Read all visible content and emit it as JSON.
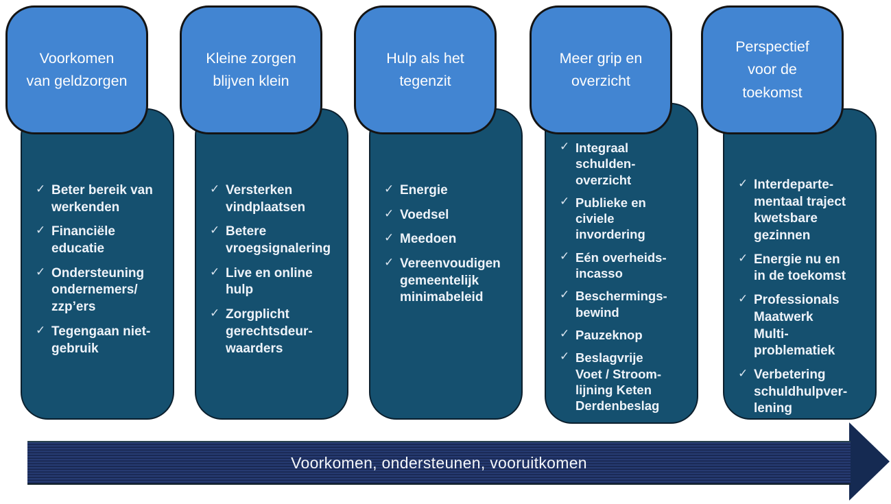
{
  "diagram": {
    "title_implicit": "Voorkomen, ondersteunen, vooruitkomen",
    "check_glyph": "✓",
    "colors": {
      "header_fill": "#4285d2",
      "header_border": "#141414",
      "body_fill": "#15506f",
      "arrow_fill": "#20325e",
      "arrow_head_fill": "#152a52",
      "text": "#ffffff"
    },
    "columns": [
      {
        "header": "Voorkomen\nvan geldzorgen",
        "items": [
          "Beter bereik van\nwerkenden",
          "Financiële\neducatie",
          "Ondersteuning\nondernemers/\nzzp’ers",
          "Tegengaan niet-\ngebruik"
        ]
      },
      {
        "header": "Kleine zorgen\nblijven klein",
        "items": [
          "Versterken\nvindplaatsen",
          "Betere\nvroegsignalering",
          "Live en online\nhulp",
          "Zorgplicht\ngerechtsdeur-\nwaarders"
        ]
      },
      {
        "header": "Hulp als het\ntegenzit",
        "items": [
          "Energie",
          "Voedsel",
          "Meedoen",
          "Vereenvoudigen\ngemeentelijk\nminimabeleid"
        ]
      },
      {
        "header": "Meer grip en\noverzicht",
        "items": [
          "Integraal\nschulden-\noverzicht",
          "Publieke en\nciviele\ninvordering",
          "Eén overheids-\nincasso",
          "Beschermings-\nbewind",
          "Pauzeknop",
          "Beslagvrije\nVoet / Stroom-\nlijning Keten\nDerdenbeslag"
        ]
      },
      {
        "header": "Perspectief\nvoor de\ntoekomst",
        "items": [
          "Interdeparte-\nmentaal traject\nkwetsbare\ngezinnen",
          "Energie nu en\nin de toekomst",
          "Professionals\nMaatwerk\nMulti-\nproblematiek",
          "Verbetering\nschuldhulpver-\nlening"
        ]
      }
    ],
    "arrow": {
      "label": "Voorkomen, ondersteunen, vooruitkomen"
    }
  }
}
